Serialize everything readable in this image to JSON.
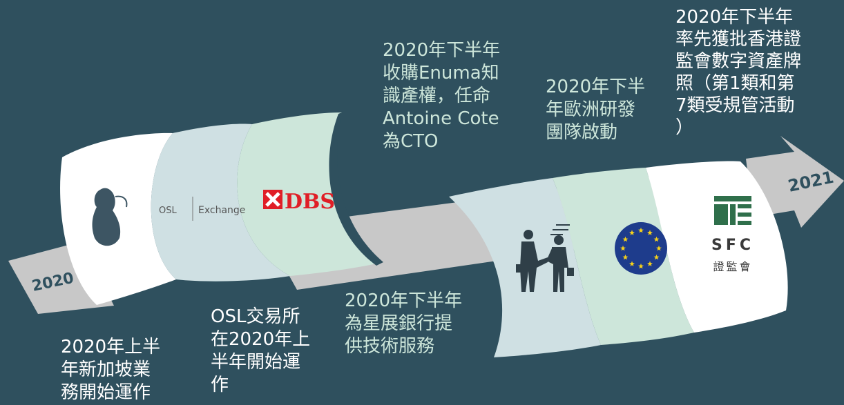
{
  "colors": {
    "background": "#2f505e",
    "arrow": "#c8c8c8",
    "arrow_dark": "#a9a9a9",
    "white_band": "#ffffff",
    "blue_band": "#cfe0e3",
    "green_band": "#cde6da",
    "label_white": "#ffffff",
    "label_green": "#cde6da",
    "year_text": "#2f505e",
    "eu_blue": "#1e3c8c",
    "eu_star": "#f7d21a",
    "dbs_red": "#e01e26",
    "sfc_green": "#2f6f4b"
  },
  "timeline": {
    "start_year": "2020",
    "end_year": "2021"
  },
  "logos": {
    "osl_left": "OSL",
    "osl_right": "Exchange",
    "dbs": "DBS",
    "sfc_abbr": "SFC",
    "sfc_chinese": "證監會",
    "merlion": "merlion-icon",
    "handshake": "handshake-icon",
    "eu_flag": "eu-flag-icon"
  },
  "milestones": {
    "singapore": "2020年上半\n年新加坡業\n務開始運作",
    "osl": "OSL交易所\n在2020年上\n半年開始運\n作",
    "dbs": "2020年下半年\n為星展銀行提\n供技術服務",
    "enuma": "2020年下半年\n收購Enuma知\n識產權，任命\nAntoine Cote\n為CTO",
    "europe": "2020年下半\n年歐洲研發\n團隊啟動",
    "sfc": "2020年下半年\n率先獲批香港證\n監會數字資產牌\n照（第1類和第\n7類受規管活動\n）"
  }
}
